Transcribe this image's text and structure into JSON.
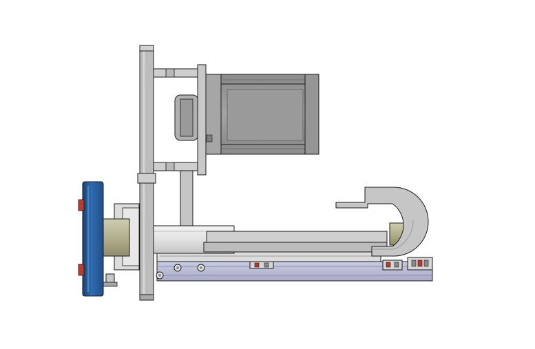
{
  "drawing": {
    "kind": "cad-assembly-side-view",
    "colors": {
      "background": "#ffffff",
      "outline": "#1a1a1a",
      "steel_light": "#d2d2d2",
      "steel_mid": "#a9a9a9",
      "steel_dark": "#7e7e7e",
      "motor_body": "#9e9e9e",
      "motor_dark": "#6d6d6d",
      "handwheel_blue": "#2a5f9e",
      "handwheel_dark": "#1d3f6a",
      "bushing_olive": "#b3b08f",
      "base_lavender": "#bdbfd8",
      "chain_gray": "#c6c6c6",
      "accent_red": "#c0392b"
    },
    "parts": [
      "vertical-mounting-plate",
      "stepper-motor",
      "motor-standoffs",
      "drive-pulley",
      "handwheel",
      "shaft-bushing",
      "linear-slide-tube",
      "cable-chain",
      "base-rail",
      "rail-clamps",
      "mounting-screws"
    ]
  }
}
